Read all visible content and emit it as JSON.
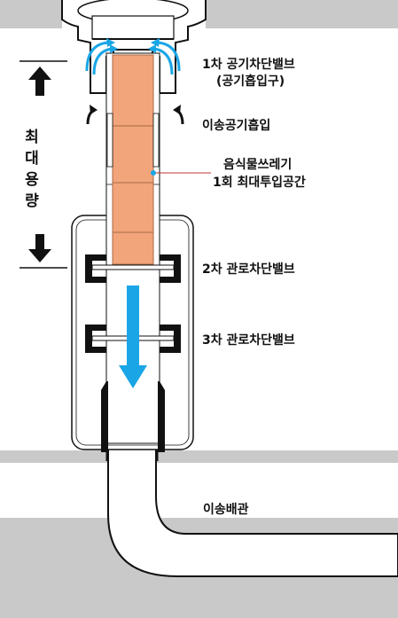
{
  "labels": {
    "valve1_line1": "1차 공기차단밸브",
    "valve1_line2": "(공기흡입구)",
    "transfer_air_intake": "이송공기흡입",
    "food_waste_line1": "음식물쓰레기",
    "food_waste_line2": "1회 최대투입공간",
    "valve2": "2차 관로차단밸브",
    "valve3": "3차 관로차단밸브",
    "transfer_pipe": "이송배관",
    "max_capacity": [
      "최",
      "대",
      "용",
      "량"
    ]
  },
  "colors": {
    "waste_fill": "#f2a57b",
    "flow_arrow": "#1aa6e6",
    "ground": "#c9c9c9",
    "outline": "#111111",
    "pipe_fill": "#ffffff"
  }
}
